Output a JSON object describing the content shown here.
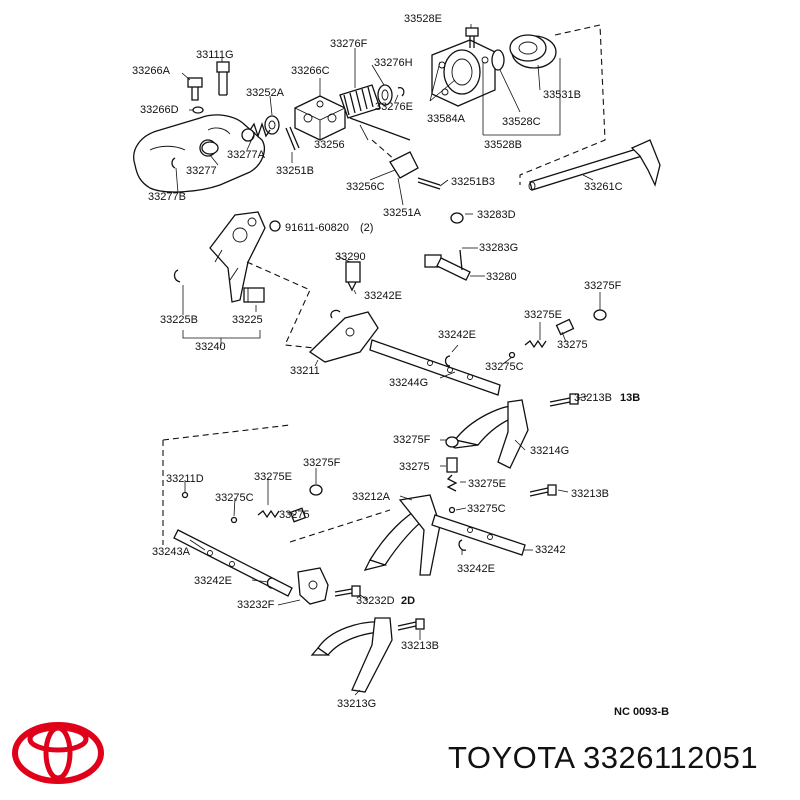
{
  "figure_code": "NC 0093-B",
  "brand": {
    "name": "TOYOTA",
    "part_number": "3326112051",
    "logo": "toyota-oval-logo"
  },
  "labels": [
    {
      "key": "33528E",
      "text": "33528E"
    },
    {
      "key": "33111G",
      "text": "33111G"
    },
    {
      "key": "33276F",
      "text": "33276F"
    },
    {
      "key": "33266A",
      "text": "33266A"
    },
    {
      "key": "33266C",
      "text": "33266C"
    },
    {
      "key": "33276H",
      "text": "33276H"
    },
    {
      "key": "33252A",
      "text": "33252A"
    },
    {
      "key": "33266D",
      "text": "33266D"
    },
    {
      "key": "33276E",
      "text": "33276E"
    },
    {
      "key": "33531B",
      "text": "33531B"
    },
    {
      "key": "33584A",
      "text": "33584A"
    },
    {
      "key": "33528C",
      "text": "33528C"
    },
    {
      "key": "33277A",
      "text": "33277A"
    },
    {
      "key": "33256",
      "text": "33256"
    },
    {
      "key": "33528B",
      "text": "33528B"
    },
    {
      "key": "33277",
      "text": "33277"
    },
    {
      "key": "33251B",
      "text": "33251B"
    },
    {
      "key": "33256C",
      "text": "33256C"
    },
    {
      "key": "33251B3",
      "text": "33251B3"
    },
    {
      "key": "33261C",
      "text": "33261C"
    },
    {
      "key": "33277B",
      "text": "33277B"
    },
    {
      "key": "33251A",
      "text": "33251A"
    },
    {
      "key": "33283D",
      "text": "33283D"
    },
    {
      "key": "91611",
      "text": "91611-60820"
    },
    {
      "key": "qty2",
      "text": "(2)"
    },
    {
      "key": "33290",
      "text": "33290"
    },
    {
      "key": "33283G",
      "text": "33283G"
    },
    {
      "key": "33280",
      "text": "33280"
    },
    {
      "key": "33275F_a",
      "text": "33275F"
    },
    {
      "key": "33242E_a",
      "text": "33242E"
    },
    {
      "key": "33225B",
      "text": "33225B"
    },
    {
      "key": "33225",
      "text": "33225"
    },
    {
      "key": "33275E_a",
      "text": "33275E"
    },
    {
      "key": "33275_a",
      "text": "33275"
    },
    {
      "key": "33242E_b",
      "text": "33242E"
    },
    {
      "key": "33240",
      "text": "33240"
    },
    {
      "key": "33211",
      "text": "33211"
    },
    {
      "key": "33275C_a",
      "text": "33275C"
    },
    {
      "key": "33244G",
      "text": "33244G"
    },
    {
      "key": "33213B_a",
      "text": "33213B"
    },
    {
      "key": "qty13B",
      "text": "13B"
    },
    {
      "key": "33275F_b",
      "text": "33275F"
    },
    {
      "key": "33214G",
      "text": "33214G"
    },
    {
      "key": "33211D",
      "text": "33211D"
    },
    {
      "key": "33275F_c",
      "text": "33275F"
    },
    {
      "key": "33275_b",
      "text": "33275"
    },
    {
      "key": "33275E_b",
      "text": "33275E"
    },
    {
      "key": "33275E_c",
      "text": "33275E"
    },
    {
      "key": "33213B_b",
      "text": "33213B"
    },
    {
      "key": "33275C_b",
      "text": "33275C"
    },
    {
      "key": "33212A",
      "text": "33212A"
    },
    {
      "key": "33275_c",
      "text": "33275"
    },
    {
      "key": "33275C_c",
      "text": "33275C"
    },
    {
      "key": "33243A",
      "text": "33243A"
    },
    {
      "key": "33242",
      "text": "33242"
    },
    {
      "key": "33242E_c",
      "text": "33242E"
    },
    {
      "key": "33242E_d",
      "text": "33242E"
    },
    {
      "key": "33232F",
      "text": "33232F"
    },
    {
      "key": "33232D",
      "text": "33232D"
    },
    {
      "key": "qty2D",
      "text": "2D"
    },
    {
      "key": "33213B_c",
      "text": "33213B"
    },
    {
      "key": "33213G",
      "text": "33213G"
    }
  ]
}
